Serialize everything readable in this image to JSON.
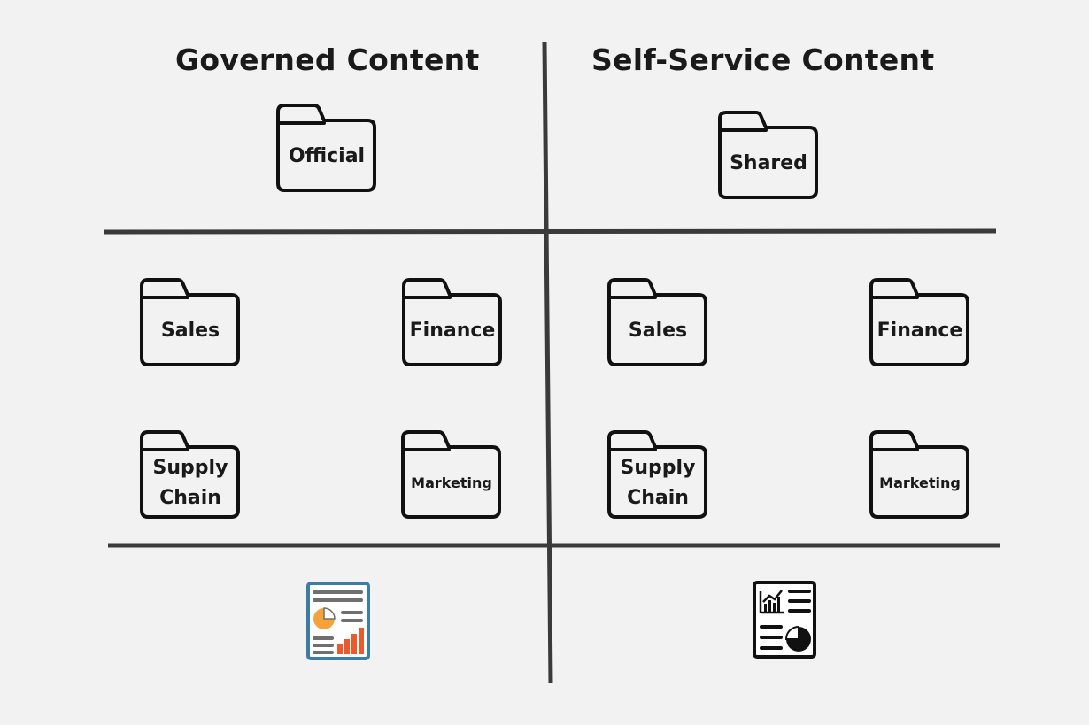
{
  "headings": {
    "governed": "Governed Content",
    "self_service": "Self-Service Content"
  },
  "governed": {
    "top_folder": "Official",
    "folders": [
      "Sales",
      "Finance",
      "Supply\nChain",
      "Marketing"
    ],
    "report_icon": "colored-report-icon"
  },
  "self_service": {
    "top_folder": "Shared",
    "folders": [
      "Sales",
      "Finance",
      "Supply\nChain",
      "Marketing"
    ],
    "report_icon": "monochrome-report-icon"
  },
  "colors": {
    "background": "#f2f2f2",
    "lines": "#3a3a3a",
    "folder_stroke": "#111111",
    "report_border": "#3a7ea8",
    "report_orange": "#f5a23a",
    "report_red": "#ea5a2e",
    "report_gray": "#6f6f6f"
  }
}
